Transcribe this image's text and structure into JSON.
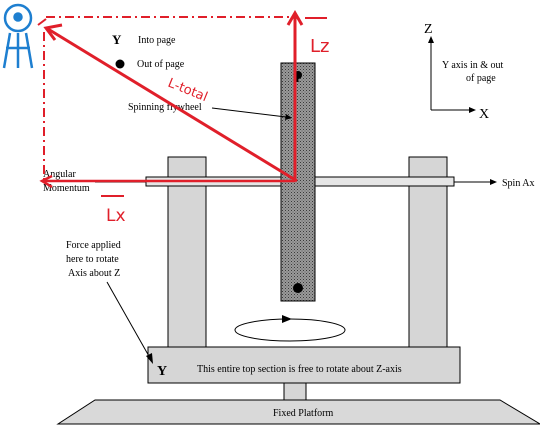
{
  "labels": {
    "y_top": "Y",
    "into_page": "Into page",
    "out_of_page": "Out of page",
    "y_flywheel": "Y",
    "spinning_flywheel": "Spinning flywheel",
    "angular_momentum_1": "Angular",
    "angular_momentum_2": "Momentum",
    "spin_axis": "Spin Ax",
    "force_1": "Force applied",
    "force_2": "here to rotate",
    "force_3": "Axis about Z",
    "y_base": "Y",
    "top_section_note": "This entire top section is free to rotate about Z-axis",
    "fixed_platform": "Fixed Platform"
  },
  "axes_legend": {
    "z": "Z",
    "x": "X",
    "note_1": "Y axis in & out",
    "note_2": "of page"
  },
  "annotations": {
    "l_total": "L-total",
    "l_z": "Lz",
    "l_x": "Lx"
  },
  "colors": {
    "ink": "#000000",
    "pillar": "#d6d6d6",
    "flywheel": "#8a8a8a",
    "red_annotation": "#e01f2a",
    "blue_figure": "#1e7fd0"
  },
  "icons": {
    "observer": "observer-figure-icon"
  }
}
